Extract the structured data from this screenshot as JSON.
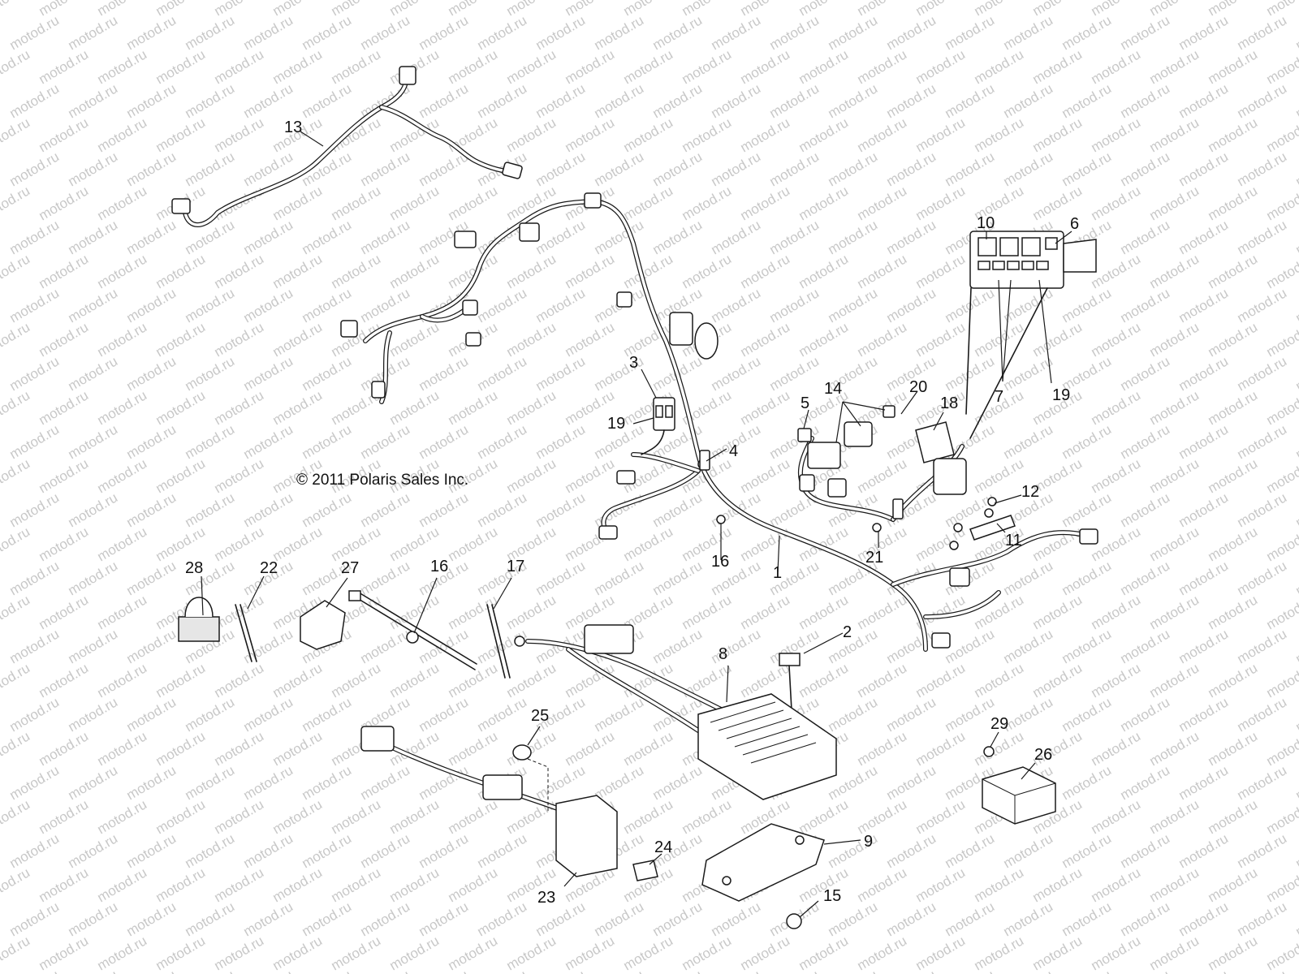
{
  "watermark": "motod.ru",
  "copyright": "© 2011 Polaris Sales Inc.",
  "callouts": [
    {
      "id": "c1",
      "label": "1"
    },
    {
      "id": "c2",
      "label": "2"
    },
    {
      "id": "c3",
      "label": "3"
    },
    {
      "id": "c4",
      "label": "4"
    },
    {
      "id": "c5",
      "label": "5"
    },
    {
      "id": "c6",
      "label": "6"
    },
    {
      "id": "c7",
      "label": "7"
    },
    {
      "id": "c8",
      "label": "8"
    },
    {
      "id": "c9",
      "label": "9"
    },
    {
      "id": "c10",
      "label": "10"
    },
    {
      "id": "c11",
      "label": "11"
    },
    {
      "id": "c12",
      "label": "12"
    },
    {
      "id": "c13",
      "label": "13"
    },
    {
      "id": "c14",
      "label": "14"
    },
    {
      "id": "c15",
      "label": "15"
    },
    {
      "id": "c16a",
      "label": "16"
    },
    {
      "id": "c16b",
      "label": "16"
    },
    {
      "id": "c17",
      "label": "17"
    },
    {
      "id": "c18",
      "label": "18"
    },
    {
      "id": "c19a",
      "label": "19"
    },
    {
      "id": "c19b",
      "label": "19"
    },
    {
      "id": "c20",
      "label": "20"
    },
    {
      "id": "c21",
      "label": "21"
    },
    {
      "id": "c22",
      "label": "22"
    },
    {
      "id": "c23",
      "label": "23"
    },
    {
      "id": "c24",
      "label": "24"
    },
    {
      "id": "c25",
      "label": "25"
    },
    {
      "id": "c26",
      "label": "26"
    },
    {
      "id": "c27",
      "label": "27"
    },
    {
      "id": "c28",
      "label": "28"
    },
    {
      "id": "c29",
      "label": "29"
    }
  ]
}
